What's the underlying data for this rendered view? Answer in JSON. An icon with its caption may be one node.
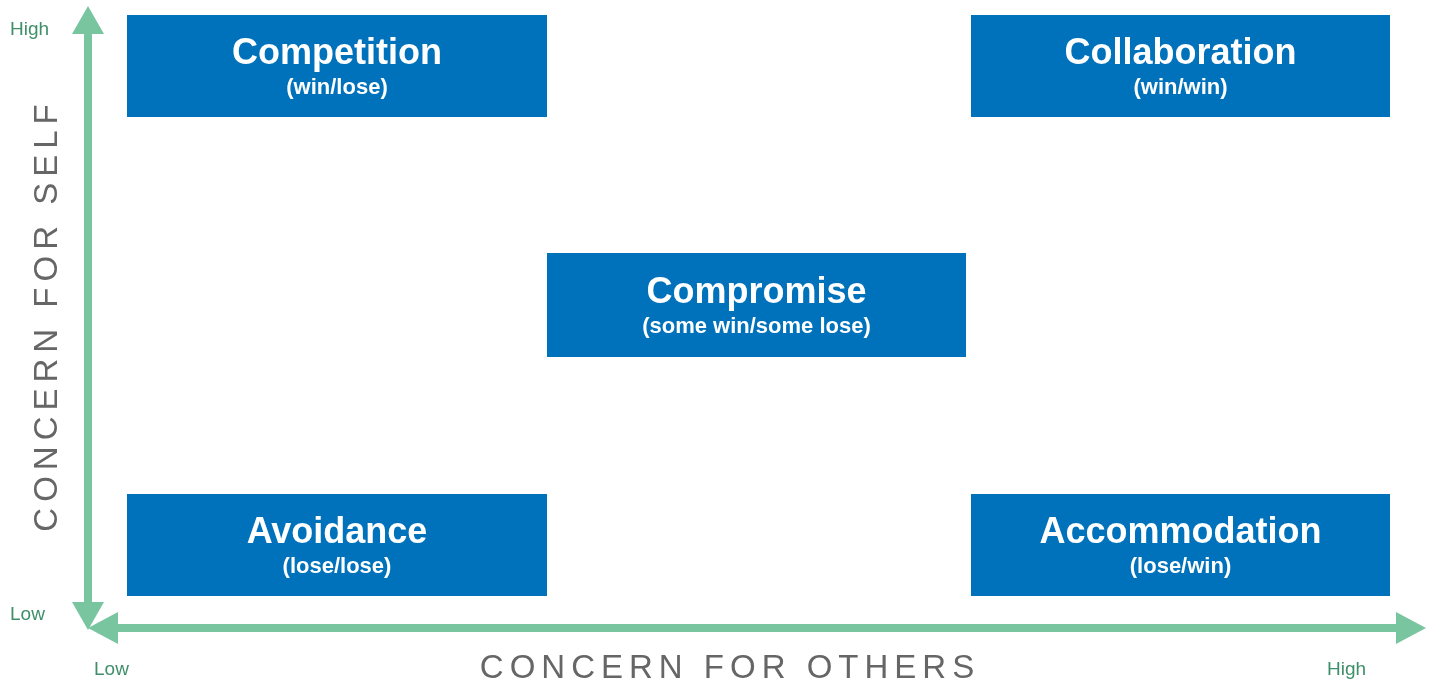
{
  "diagram": {
    "nodes": [
      {
        "text": [
          "Competition",
          "(win/lose)"
        ]
      },
      {
        "text": [
          "Collaboration",
          "(win/win)"
        ]
      },
      {
        "text": [
          "Compromise",
          "(some win/some lose)"
        ]
      },
      {
        "text": [
          "Avoidance",
          "(lose/lose)"
        ]
      },
      {
        "text": [
          "Accommodation",
          "(lose/win)"
        ]
      }
    ],
    "edges": [],
    "labels": [
      "High",
      "CONCERN FOR SELF",
      "Low",
      "Low",
      "CONCERN FOR OTHERS",
      "High"
    ]
  }
}
